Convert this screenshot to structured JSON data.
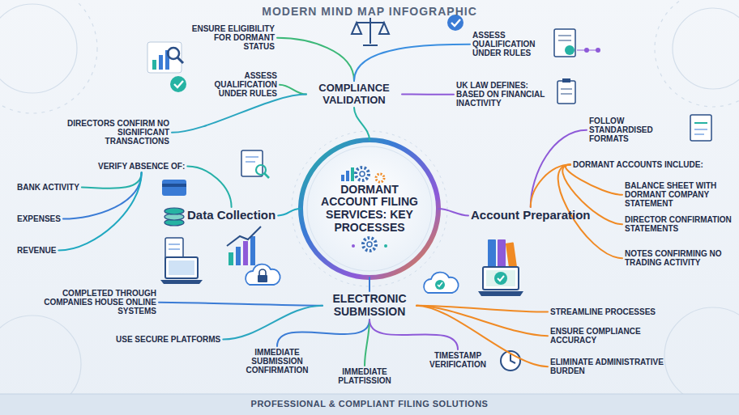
{
  "diagram": {
    "title": "MODERN MIND MAP INFOGRAPHIC",
    "caption": "PROFESSIONAL & COMPLIANT FILING SOLUTIONS",
    "nodes": [
      {
        "text": [
          "DORMANT ACCOUNT FILING SERVICES: KEY PROCESSES"
        ]
      },
      {
        "text": [
          "COMPLIANCE VALIDATION"
        ]
      },
      {
        "text": [
          "ENSURE ELIGIBILITY FOR DORMANT STATUS"
        ]
      },
      {
        "text": [
          "ASSESS QUALIFICATION UNDER RULES"
        ]
      },
      {
        "text": [
          "ASSESS QUALIFICATION UNDER RULES"
        ]
      },
      {
        "text": [
          "UK LAW DEFINES: BASED ON FINANCIAL INACTIVITY"
        ]
      },
      {
        "text": [
          "DIRECTORS CONFIRM NO SIGNIFICANT TRANSACTIONS"
        ]
      },
      {
        "text": [
          "Data Collection"
        ]
      },
      {
        "text": [
          "VERIFY ABSENCE OF:"
        ]
      },
      {
        "text": [
          "BANK ACTIVITY"
        ]
      },
      {
        "text": [
          "EXPENSES"
        ]
      },
      {
        "text": [
          "REVENUE"
        ]
      },
      {
        "text": [
          "Account Preparation"
        ]
      },
      {
        "text": [
          "FOLLOW STANDARDISED FORMATS"
        ]
      },
      {
        "text": [
          "DORMANT ACCOUNTS INCLUDE:"
        ]
      },
      {
        "text": [
          "BALANCE SHEET WITH DORMANT COMPANY STATEMENT"
        ]
      },
      {
        "text": [
          "DIRECTOR CONFIRMATION STATEMENTS"
        ]
      },
      {
        "text": [
          "NOTES CONFIRMING NO TRADING ACTIVITY"
        ]
      },
      {
        "text": [
          "ELECTRONIC SUBMISSION"
        ]
      },
      {
        "text": [
          "COMPLETED THROUGH COMPANIES HOUSE ONLINE SYSTEMS"
        ]
      },
      {
        "text": [
          "USE SECURE PLATFORMS"
        ]
      },
      {
        "text": [
          "IMMEDIATE SUBMISSION CONFIRMATION"
        ]
      },
      {
        "text": [
          "IMMEDIATE PLATFISSION"
        ]
      },
      {
        "text": [
          "TIMESTAMP VERIFICATION"
        ]
      },
      {
        "text": [
          "STREAMLINE PROCESSES"
        ]
      },
      {
        "text": [
          "ENSURE COMPLIANCE ACCURACY"
        ]
      },
      {
        "text": [
          "ELIMINATE ADMINISTRATIVE BURDEN"
        ]
      }
    ],
    "edges": [
      {
        "from": 0,
        "to": 1,
        "arrow": "none"
      },
      {
        "from": 0,
        "to": 7,
        "arrow": "none"
      },
      {
        "from": 0,
        "to": 12,
        "arrow": "none"
      },
      {
        "from": 0,
        "to": 18,
        "arrow": "none"
      },
      {
        "from": 1,
        "to": 2,
        "arrow": "none"
      },
      {
        "from": 1,
        "to": 3,
        "arrow": "none"
      },
      {
        "from": 1,
        "to": 4,
        "arrow": "none"
      },
      {
        "from": 1,
        "to": 5,
        "arrow": "none"
      },
      {
        "from": 1,
        "to": 6,
        "arrow": "none"
      },
      {
        "from": 7,
        "to": 8,
        "arrow": "none"
      },
      {
        "from": 8,
        "to": 9,
        "arrow": "none"
      },
      {
        "from": 8,
        "to": 10,
        "arrow": "none"
      },
      {
        "from": 8,
        "to": 11,
        "arrow": "none"
      },
      {
        "from": 12,
        "to": 13,
        "arrow": "none"
      },
      {
        "from": 12,
        "to": 14,
        "arrow": "none"
      },
      {
        "from": 14,
        "to": 15,
        "arrow": "none"
      },
      {
        "from": 14,
        "to": 16,
        "arrow": "none"
      },
      {
        "from": 14,
        "to": 17,
        "arrow": "none"
      },
      {
        "from": 18,
        "to": 19,
        "arrow": "none"
      },
      {
        "from": 18,
        "to": 20,
        "arrow": "none"
      },
      {
        "from": 18,
        "to": 21,
        "arrow": "none"
      },
      {
        "from": 18,
        "to": 22,
        "arrow": "none"
      },
      {
        "from": 18,
        "to": 23,
        "arrow": "none"
      },
      {
        "from": 18,
        "to": 24,
        "arrow": "none"
      },
      {
        "from": 18,
        "to": 25,
        "arrow": "none"
      },
      {
        "from": 18,
        "to": 26,
        "arrow": "none"
      }
    ]
  }
}
